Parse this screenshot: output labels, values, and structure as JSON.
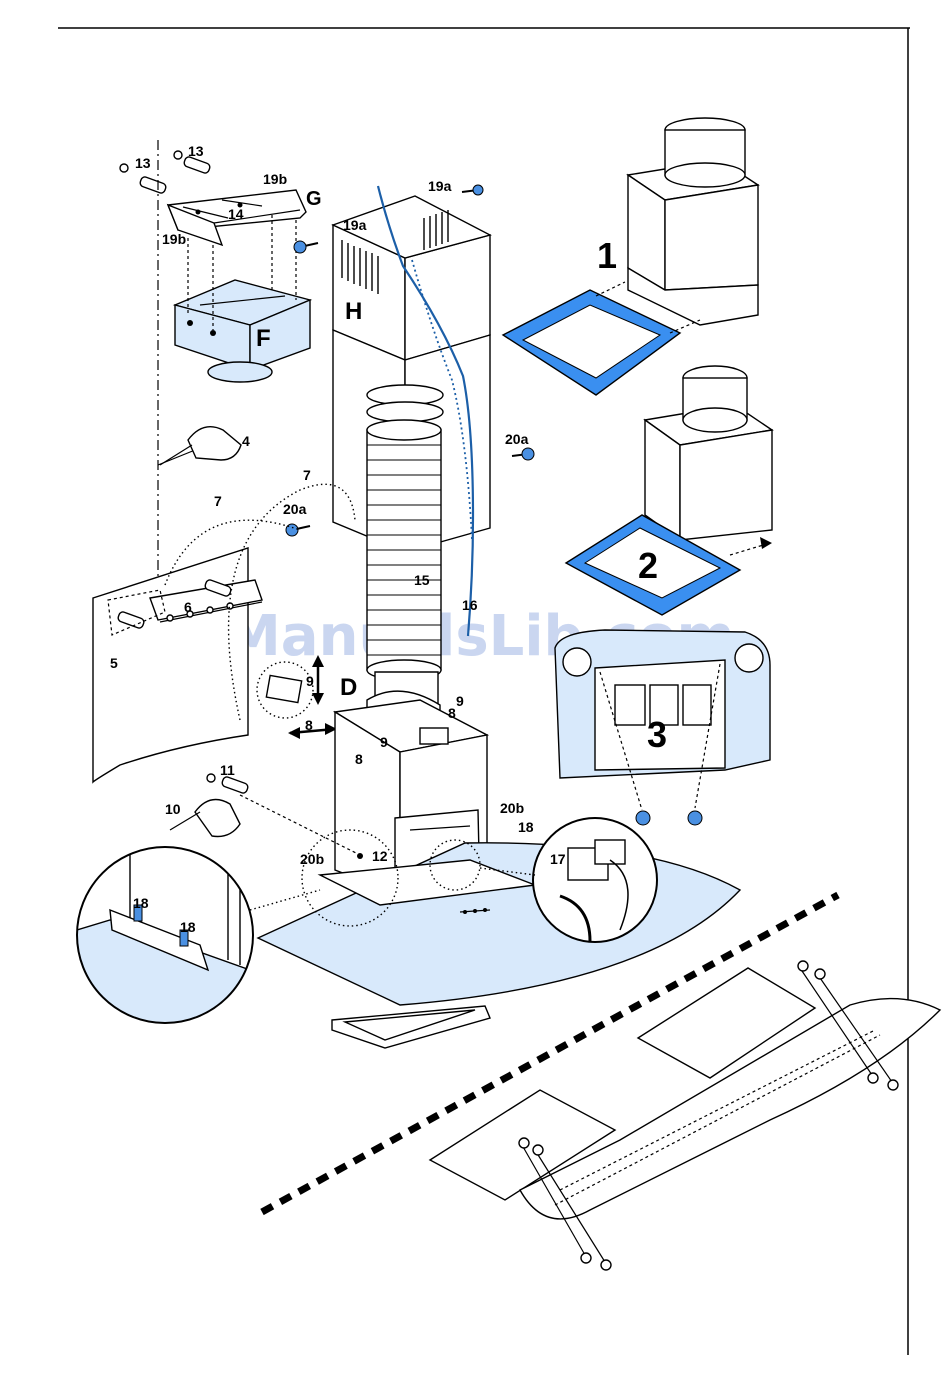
{
  "watermark": "ManualsLib.com",
  "variant_labels": [
    "1",
    "2",
    "3"
  ],
  "assembly_letters": [
    "F",
    "G",
    "H",
    "D"
  ],
  "callouts": {
    "c13a": "13",
    "c13b": "13",
    "c19b_top": "19b",
    "c19b_side": "19b",
    "c14": "14",
    "c19a_top": "19a",
    "c19a_mid": "19a",
    "c4": "4",
    "c7a": "7",
    "c7b": "7",
    "c20a_left": "20a",
    "c20a_right": "20a",
    "c6": "6",
    "c5": "5",
    "c15": "15",
    "c16": "16",
    "c9a": "9",
    "c9b": "9",
    "c9c": "9",
    "c8a": "8",
    "c8b": "8",
    "c8c": "8",
    "c11": "11",
    "c10": "10",
    "c20b_right": "20b",
    "c18_main": "18",
    "c20b_left": "20b",
    "c12": "12",
    "c17": "17",
    "c18_det_a": "18",
    "c18_det_b": "18"
  }
}
